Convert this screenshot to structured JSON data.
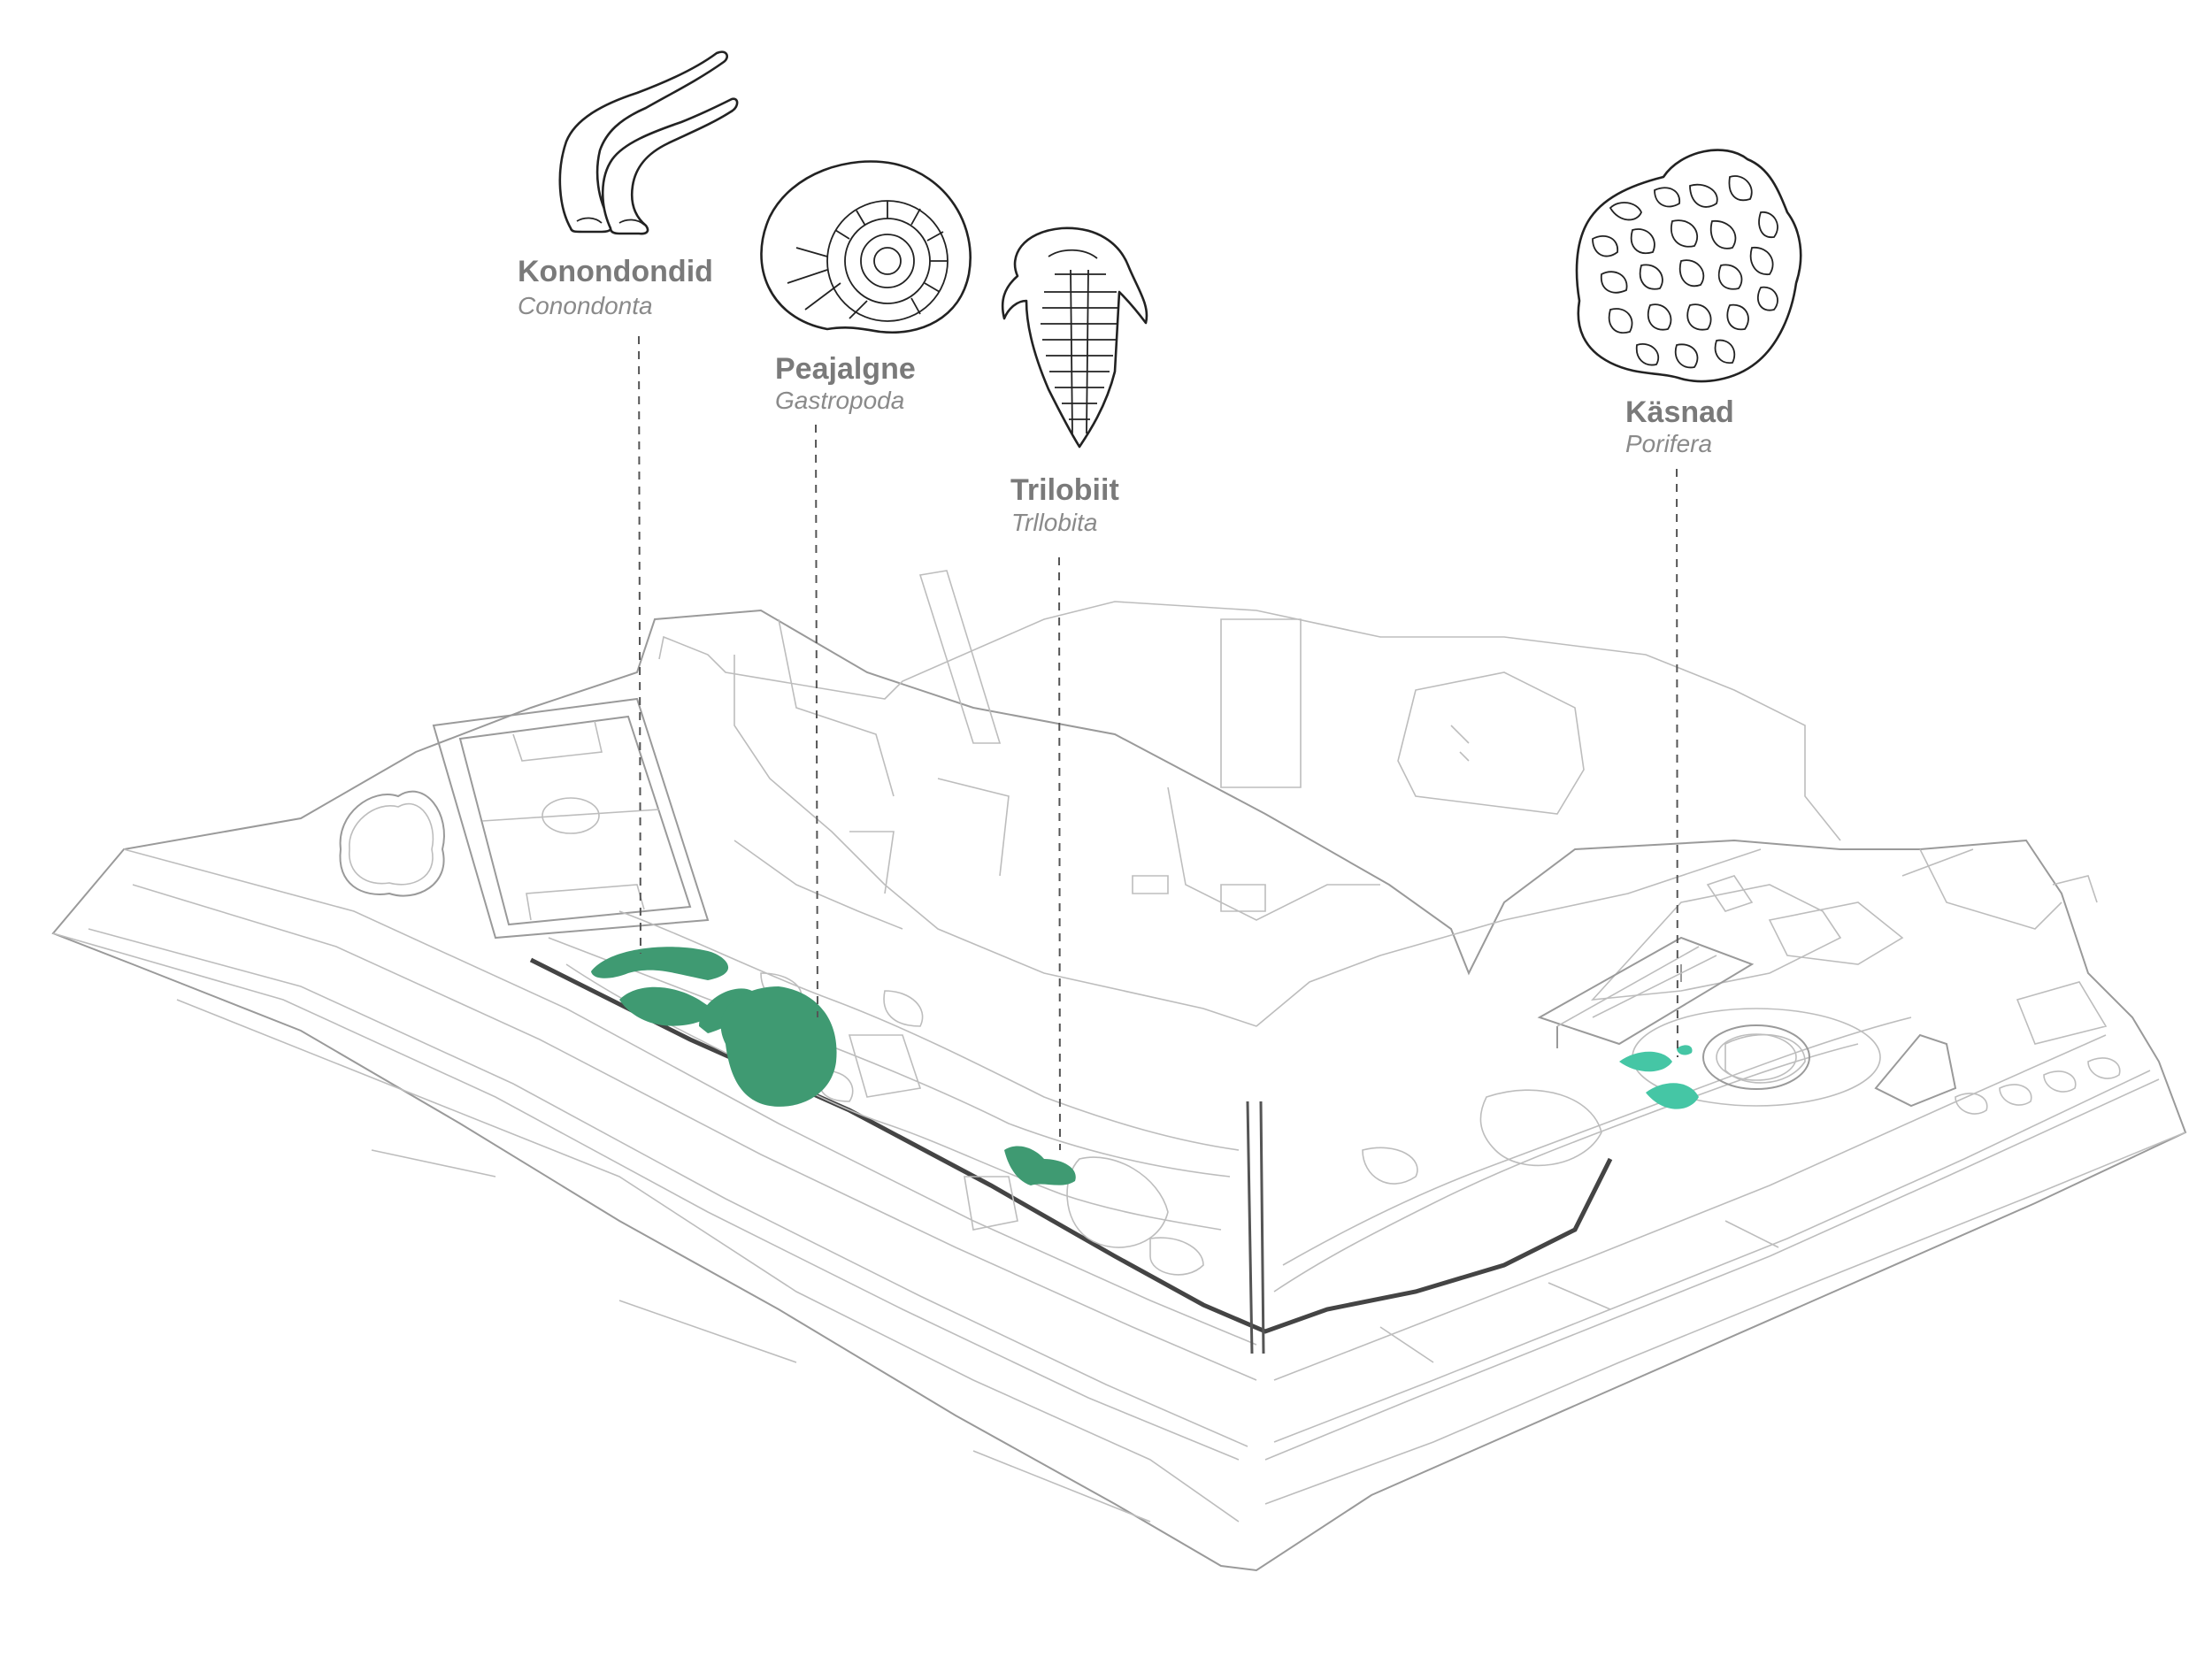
{
  "fossils": [
    {
      "id": "konondondid",
      "name": "Konondondid",
      "latin": "Conondonta",
      "icon": "conodont-icon"
    },
    {
      "id": "peajalgne",
      "name": "Peajalgne",
      "latin": "Gastropoda",
      "icon": "gastropod-shell-icon"
    },
    {
      "id": "trilobiit",
      "name": "Trilobiit",
      "latin": "Trllobita",
      "icon": "trilobite-icon"
    },
    {
      "id": "kasnad",
      "name": "Käsnad",
      "latin": "Porifera",
      "icon": "sponge-icon"
    }
  ],
  "colors": {
    "zone_green": "#3f9a72",
    "zone_teal": "#45c6a5",
    "label_text": "#7a7a7a",
    "plan_lines": "#bdbdbd"
  }
}
